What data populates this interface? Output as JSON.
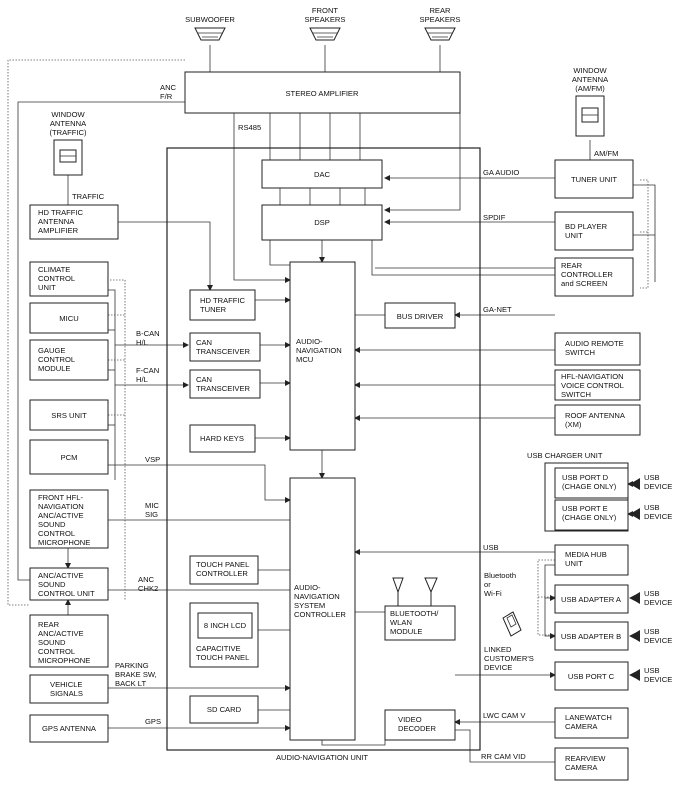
{
  "speakers": {
    "subwoofer": "SUBWOOFER",
    "front": [
      "FRONT",
      "SPEAKERS"
    ],
    "rear": [
      "REAR",
      "SPEAKERS"
    ]
  },
  "blocks": {
    "stereo_amplifier": "STEREO AMPLIFIER",
    "dac": "DAC",
    "dsp": "DSP",
    "hd_traffic_tuner": [
      "HD TRAFFIC",
      "TUNER"
    ],
    "audio_nav_mcu": [
      "AUDIO-",
      "NAVIGATION",
      "MCU"
    ],
    "bus_driver": "BUS DRIVER",
    "can_transceiver_1": [
      "CAN",
      "TRANSCEIVER"
    ],
    "can_transceiver_2": [
      "CAN",
      "TRANSCEIVER"
    ],
    "hard_keys": "HARD KEYS",
    "touch_panel_controller": [
      "TOUCH PANEL",
      "CONTROLLER"
    ],
    "inch_lcd": "8 INCH LCD",
    "capacitive_touch_panel": [
      "CAPACITIVE",
      "TOUCH PANEL"
    ],
    "sd_card": "SD CARD",
    "audio_nav_system_controller": [
      "AUDIO-",
      "NAVIGATION",
      "SYSTEM",
      "CONTROLLER"
    ],
    "bluetooth_wlan": [
      "BLUETOOTH/",
      "WLAN",
      "MODULE"
    ],
    "video_decoder": [
      "VIDEO",
      "DECODER"
    ],
    "unit_caption": "AUDIO-NAVIGATION UNIT"
  },
  "left": {
    "window_antenna_traffic": [
      "WINDOW",
      "ANTENNA",
      "(TRAFFIC)"
    ],
    "traffic_label": "TRAFFIC",
    "hd_traffic_antenna_amp": [
      "HD TRAFFIC",
      "ANTENNA",
      "AMPLIFIER"
    ],
    "climate": [
      "CLIMATE",
      "CONTROL",
      "UNIT"
    ],
    "micu": "MICU",
    "gauge": [
      "GAUGE",
      "CONTROL",
      "MODULE"
    ],
    "srs": "SRS UNIT",
    "pcm": "PCM",
    "front_hfl": [
      "FRONT HFL-",
      "NAVIGATION",
      "ANC/ACTIVE",
      "SOUND",
      "CONTROL",
      "MICROPHONE"
    ],
    "anc_control": [
      "ANC/ACTIVE",
      "SOUND",
      "CONTROL UNIT"
    ],
    "rear_anc": [
      "REAR",
      "ANC/ACTIVE",
      "SOUND",
      "CONTROL",
      "MICROPHONE"
    ],
    "vehicle_signals": [
      "VEHICLE",
      "SIGNALS"
    ],
    "gps_antenna": "GPS ANTENNA"
  },
  "signals": {
    "anc_fr": [
      "ANC",
      "F/R"
    ],
    "rs485": "RS485",
    "bcan": [
      "B-CAN",
      "H/L"
    ],
    "fcan": [
      "F-CAN",
      "H/L"
    ],
    "vsp": "VSP",
    "mic_sig": [
      "MIC",
      "SIG"
    ],
    "anc_chk2": [
      "ANC",
      "CHK2"
    ],
    "parking": [
      "PARKING",
      "BRAKE SW,",
      "BACK LT"
    ],
    "gps": "GPS",
    "ga_audio": "GA AUDIO",
    "spdif": "SPDIF",
    "ga_net": "GA-NET",
    "usb": "USB",
    "lwc_cam_v": "LWC CAM V",
    "rr_cam_vid": "RR CAM VID",
    "am_fm": "AM/FM"
  },
  "right": {
    "window_antenna_amfm": [
      "WINDOW",
      "ANTENNA",
      "(AM/FM)"
    ],
    "tuner_unit": "TUNER UNIT",
    "bd_player": [
      "BD PLAYER",
      "UNIT"
    ],
    "rear_controller": [
      "REAR",
      "CONTROLLER",
      "and SCREEN"
    ],
    "audio_remote_switch": [
      "AUDIO REMOTE",
      "SWITCH"
    ],
    "hfl_voice_switch": [
      "HFL-NAVIGATION",
      "VOICE CONTROL",
      "SWITCH"
    ],
    "roof_antenna": [
      "ROOF ANTENNA",
      "(XM)"
    ],
    "usb_charger_unit": "USB CHARGER UNIT",
    "usb_port_d": [
      "USB PORT D",
      "(CHAGE ONLY)"
    ],
    "usb_port_e": [
      "USB PORT E",
      "(CHAGE ONLY)"
    ],
    "usb_device": [
      "USB",
      "DEVICE"
    ],
    "media_hub": [
      "MEDIA HUB",
      "UNIT"
    ],
    "usb_adapter_a": "USB ADAPTER A",
    "usb_adapter_b": "USB ADAPTER B",
    "usb_port_c": "USB PORT C",
    "bluetooth_wifi": [
      "Bluetooth",
      "or",
      "Wi-Fi"
    ],
    "linked_device": [
      "LINKED",
      "CUSTOMER'S",
      "DEVICE"
    ],
    "lanewatch_camera": [
      "LANEWATCH",
      "CAMERA"
    ],
    "rearview_camera": [
      "REARVIEW",
      "CAMERA"
    ]
  }
}
